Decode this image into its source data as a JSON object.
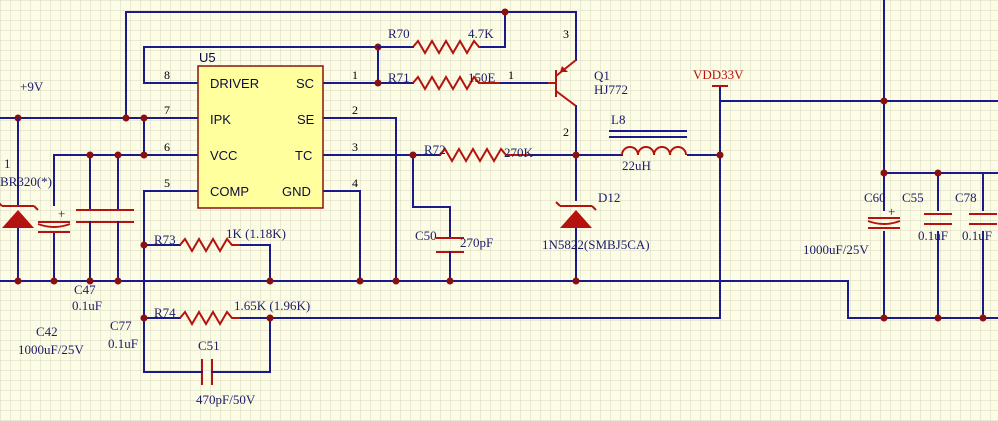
{
  "ic": {
    "ref": "U5",
    "pins_left": [
      "DRIVER",
      "IPK",
      "VCC",
      "COMP"
    ],
    "pins_right": [
      "SC",
      "SE",
      "TC",
      "GND"
    ],
    "num_left": [
      "8",
      "7",
      "6",
      "5"
    ],
    "num_right": [
      "1",
      "2",
      "3",
      "4"
    ]
  },
  "parts": {
    "r70": {
      "ref": "R70",
      "val": "4.7K"
    },
    "r71": {
      "ref": "R71",
      "val": "150E"
    },
    "r72": {
      "ref": "R72",
      "val": "270K"
    },
    "r73": {
      "ref": "R73",
      "val": "1K (1.18K)"
    },
    "r74": {
      "ref": "R74",
      "val": "1.65K (1.96K)"
    },
    "q1": {
      "ref": "Q1",
      "val": "HJ772",
      "p1": "1",
      "p2": "2",
      "p3": "3"
    },
    "l8": {
      "ref": "L8",
      "val": "22uH"
    },
    "d12": {
      "ref": "D12",
      "val": "1N5822(SMBJ5CA)"
    },
    "c50": {
      "ref": "C50",
      "val": "270pF"
    },
    "c51": {
      "ref": "C51",
      "val": "470pF/50V"
    },
    "c47": {
      "ref": "C47",
      "val": "0.1uF"
    },
    "c77": {
      "ref": "C77",
      "val": "0.1uF"
    },
    "c42": {
      "ref": "C42",
      "val": "1000uF/25V"
    },
    "c60": {
      "ref": "C60",
      "val": "1000uF/25V"
    },
    "c55": {
      "ref": "C55",
      "val": "0.1uF"
    },
    "c78": {
      "ref": "C78",
      "val": "0.1uF"
    },
    "d_left": {
      "ref": "1",
      "val": "BR320(*)"
    }
  },
  "nets": {
    "vin": "+9V",
    "vout": "VDD33V"
  },
  "colors": {
    "wire": "#1a1a8c",
    "component": "#b5130f",
    "ic_fill": "#ffff9e",
    "background": "#fdfde6",
    "grid": "#d8d8c2"
  }
}
